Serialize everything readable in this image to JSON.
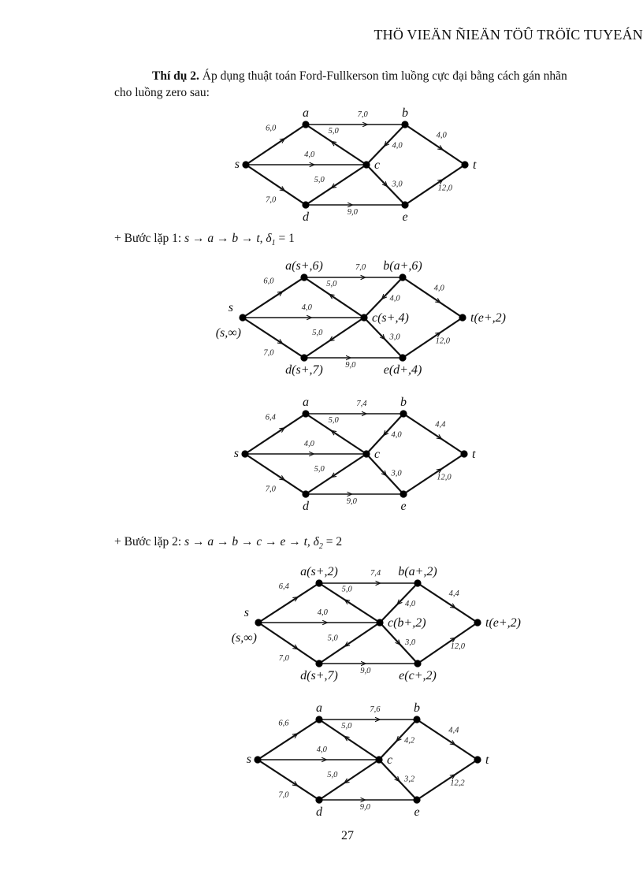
{
  "header": {
    "text": "THÖ VIEÄN ÑIEÄN TÖÛ TRÖÏC TUYEÁN"
  },
  "intro": {
    "bold_label": "Thí dụ 2.",
    "text": " Áp dụng thuật toán Ford-Fullkerson tìm luồng cực đại bằng cách gán nhãn cho luồng zero sau:"
  },
  "steps": [
    {
      "prefix": "+ Bước lặp 1: ",
      "path": "s → a → b → t, ",
      "delta_symbol": "δ",
      "delta_sub": "1",
      "delta_value": " = 1"
    },
    {
      "prefix": "+ Bước lặp 2: ",
      "path": "s → a → b → c → e → t, ",
      "delta_symbol": "δ",
      "delta_sub": "2",
      "delta_value": " = 2"
    }
  ],
  "graphs": [
    {
      "id": "initial",
      "nodes": {
        "s": "s",
        "a": "a",
        "b": "b",
        "c": "c",
        "d": "d",
        "e": "e",
        "t": "t"
      },
      "edges": {
        "sa": "6,0",
        "sc": "4,0",
        "sd": "7,0",
        "ab": "7,0",
        "ca": "5,0",
        "bc": "4,0",
        "cd": "5,0",
        "ce": "3,0",
        "de": "9,0",
        "bt": "4,0",
        "et": "12,0"
      }
    },
    {
      "id": "step1-labels",
      "nodes": {
        "s": "s",
        "s_sub": "(s,∞)",
        "a": "a(s+,6)",
        "b": "b(a+,6)",
        "c": "c(s+,4)",
        "d": "d(s+,7)",
        "e": "e(d+,4)",
        "t": "t(e+,2)"
      },
      "edges": {
        "sa": "6,0",
        "sc": "4,0",
        "sd": "7,0",
        "ab": "7,0",
        "ca": "5,0",
        "bc": "4,0",
        "cd": "5,0",
        "ce": "3,0",
        "de": "9,0",
        "bt": "4,0",
        "et": "12,0"
      }
    },
    {
      "id": "step1-result",
      "nodes": {
        "s": "s",
        "a": "a",
        "b": "b",
        "c": "c",
        "d": "d",
        "e": "e",
        "t": "t"
      },
      "edges": {
        "sa": "6,4",
        "sc": "4,0",
        "sd": "7,0",
        "ab": "7,4",
        "ca": "5,0",
        "bc": "4,0",
        "cd": "5,0",
        "ce": "3,0",
        "de": "9,0",
        "bt": "4,4",
        "et": "12,0"
      }
    },
    {
      "id": "step2-labels",
      "nodes": {
        "s": "s",
        "s_sub": "(s,∞)",
        "a": "a(s+,2)",
        "b": "b(a+,2)",
        "c": "c(b+,2)",
        "d": "d(s+,7)",
        "e": "e(c+,2)",
        "t": "t(e+,2)"
      },
      "edges": {
        "sa": "6,4",
        "sc": "4,0",
        "sd": "7,0",
        "ab": "7,4",
        "ca": "5,0",
        "bc": "4,0",
        "cd": "5,0",
        "ce": "3,0",
        "de": "9,0",
        "bt": "4,4",
        "et": "12,0"
      }
    },
    {
      "id": "step2-result",
      "nodes": {
        "s": "s",
        "a": "a",
        "b": "b",
        "c": "c",
        "d": "d",
        "e": "e",
        "t": "t"
      },
      "edges": {
        "sa": "6,6",
        "sc": "4,0",
        "sd": "7,0",
        "ab": "7,6",
        "ca": "5,0",
        "bc": "4,2",
        "cd": "5,0",
        "ce": "3,2",
        "de": "9,0",
        "bt": "4,4",
        "et": "12,2"
      }
    }
  ],
  "page_number": "27"
}
